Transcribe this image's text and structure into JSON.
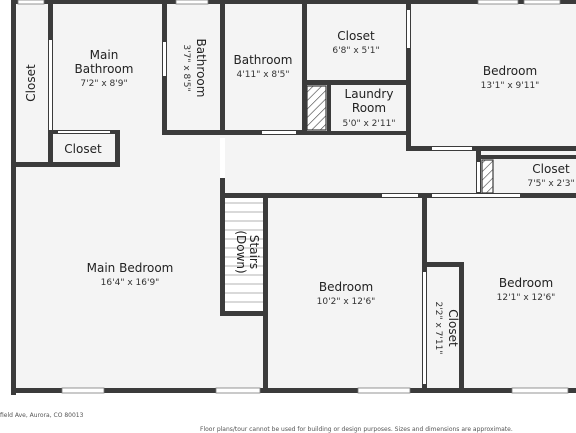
{
  "rooms": {
    "main_bathroom": {
      "name_line1": "Main",
      "name_line2": "Bathroom",
      "dims": "7'2\" x 8'9\""
    },
    "bathroom_vertical": {
      "name": "Bathroom",
      "dims": "3'7\" x 8'5\""
    },
    "bathroom": {
      "name": "Bathroom",
      "dims": "4'11\" x 8'5\""
    },
    "closet_top": {
      "name": "Closet",
      "dims": "6'8\" x 5'1\""
    },
    "bedroom_top_right": {
      "name": "Bedroom",
      "dims": "13'1\" x 9'11\""
    },
    "closet_left_vertical": {
      "name": "Closet"
    },
    "closet_small": {
      "name": "Closet"
    },
    "laundry_room": {
      "name_line1": "Laundry",
      "name_line2": "Room",
      "dims": "5'0\" x 2'11\""
    },
    "closet_right": {
      "name": "Closet",
      "dims": "7'5\" x 2'3\""
    },
    "stairs": {
      "name_line1": "Stairs",
      "name_line2": "(Down)"
    },
    "main_bedroom": {
      "name": "Main Bedroom",
      "dims": "16'4\" x 16'9\""
    },
    "bedroom_center": {
      "name": "Bedroom",
      "dims": "10'2\" x 12'6\""
    },
    "closet_vertical_center": {
      "name": "Closet",
      "dims": "2'2\" x 7'11\""
    },
    "bedroom_bottom_right": {
      "name": "Bedroom",
      "dims": "12'1\" x 12'6\""
    }
  },
  "footer": {
    "address": "field Ave, Aurora, CO 80013",
    "disclaimer": "Floor plans/tour cannot be used for building or design purposes. Sizes and dimensions are approximate."
  },
  "colors": {
    "wall": "#3b3b3b",
    "floor": "#f4f4f4"
  }
}
